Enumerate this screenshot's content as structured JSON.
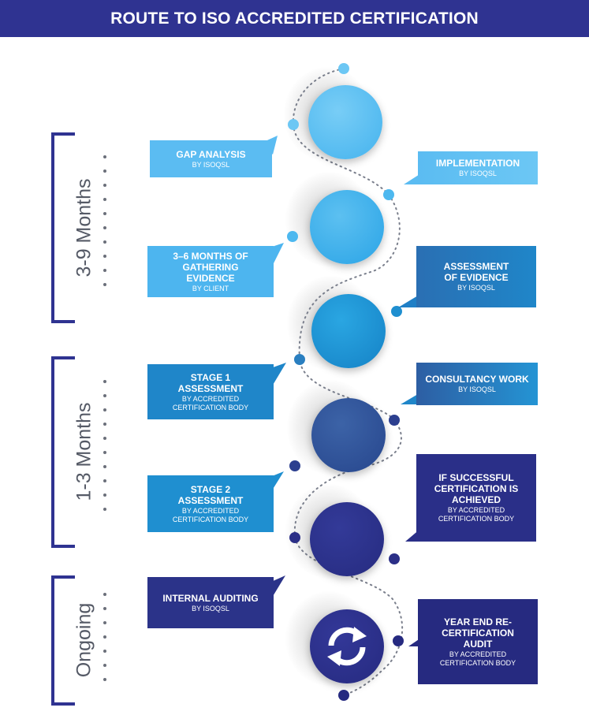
{
  "title": "ROUTE TO ISO ACCREDITED CERTIFICATION",
  "colors": {
    "banner": "#2f3391",
    "light_blue": "#5bbcf2",
    "mid_blue": "#1f97d6",
    "steel_blue": "#2c64a8",
    "navy": "#2b2f87"
  },
  "phases": [
    {
      "label": "3-9 Months"
    },
    {
      "label": "1-3 Months"
    },
    {
      "label": "Ongoing"
    }
  ],
  "steps": [
    {
      "title": "GAP ANALYSIS",
      "subtitle": "BY ISOQSL",
      "side": "left"
    },
    {
      "title": "IMPLEMENTATION",
      "subtitle": "BY ISOQSL",
      "side": "right"
    },
    {
      "title": "3–6 MONTHS OF GATHERING EVIDENCE",
      "subtitle": "BY CLIENT",
      "side": "left"
    },
    {
      "title": "ASSESSMENT OF EVIDENCE",
      "subtitle": "BY ISOQSL",
      "side": "right"
    },
    {
      "title": "STAGE 1 ASSESSMENT",
      "subtitle": "BY ACCREDITED CERTIFICATION BODY",
      "side": "left"
    },
    {
      "title": "CONSULTANCY WORK",
      "subtitle": "BY ISOQSL",
      "side": "right"
    },
    {
      "title": "STAGE 2 ASSESSMENT",
      "subtitle": "BY ACCREDITED CERTIFICATION BODY",
      "side": "left"
    },
    {
      "title": "IF SUCCESSFUL CERTIFICATION IS ACHIEVED",
      "subtitle": "BY ACCREDITED CERTIFICATION BODY",
      "side": "right"
    },
    {
      "title": "INTERNAL AUDITING",
      "subtitle": "BY ISOQSL",
      "side": "left"
    },
    {
      "title": "YEAR END RE-CERTIFICATION AUDIT",
      "subtitle": "BY ACCREDITED CERTIFICATION BODY",
      "side": "right"
    }
  ],
  "icons": {
    "cycle": "refresh-arrows-icon"
  }
}
